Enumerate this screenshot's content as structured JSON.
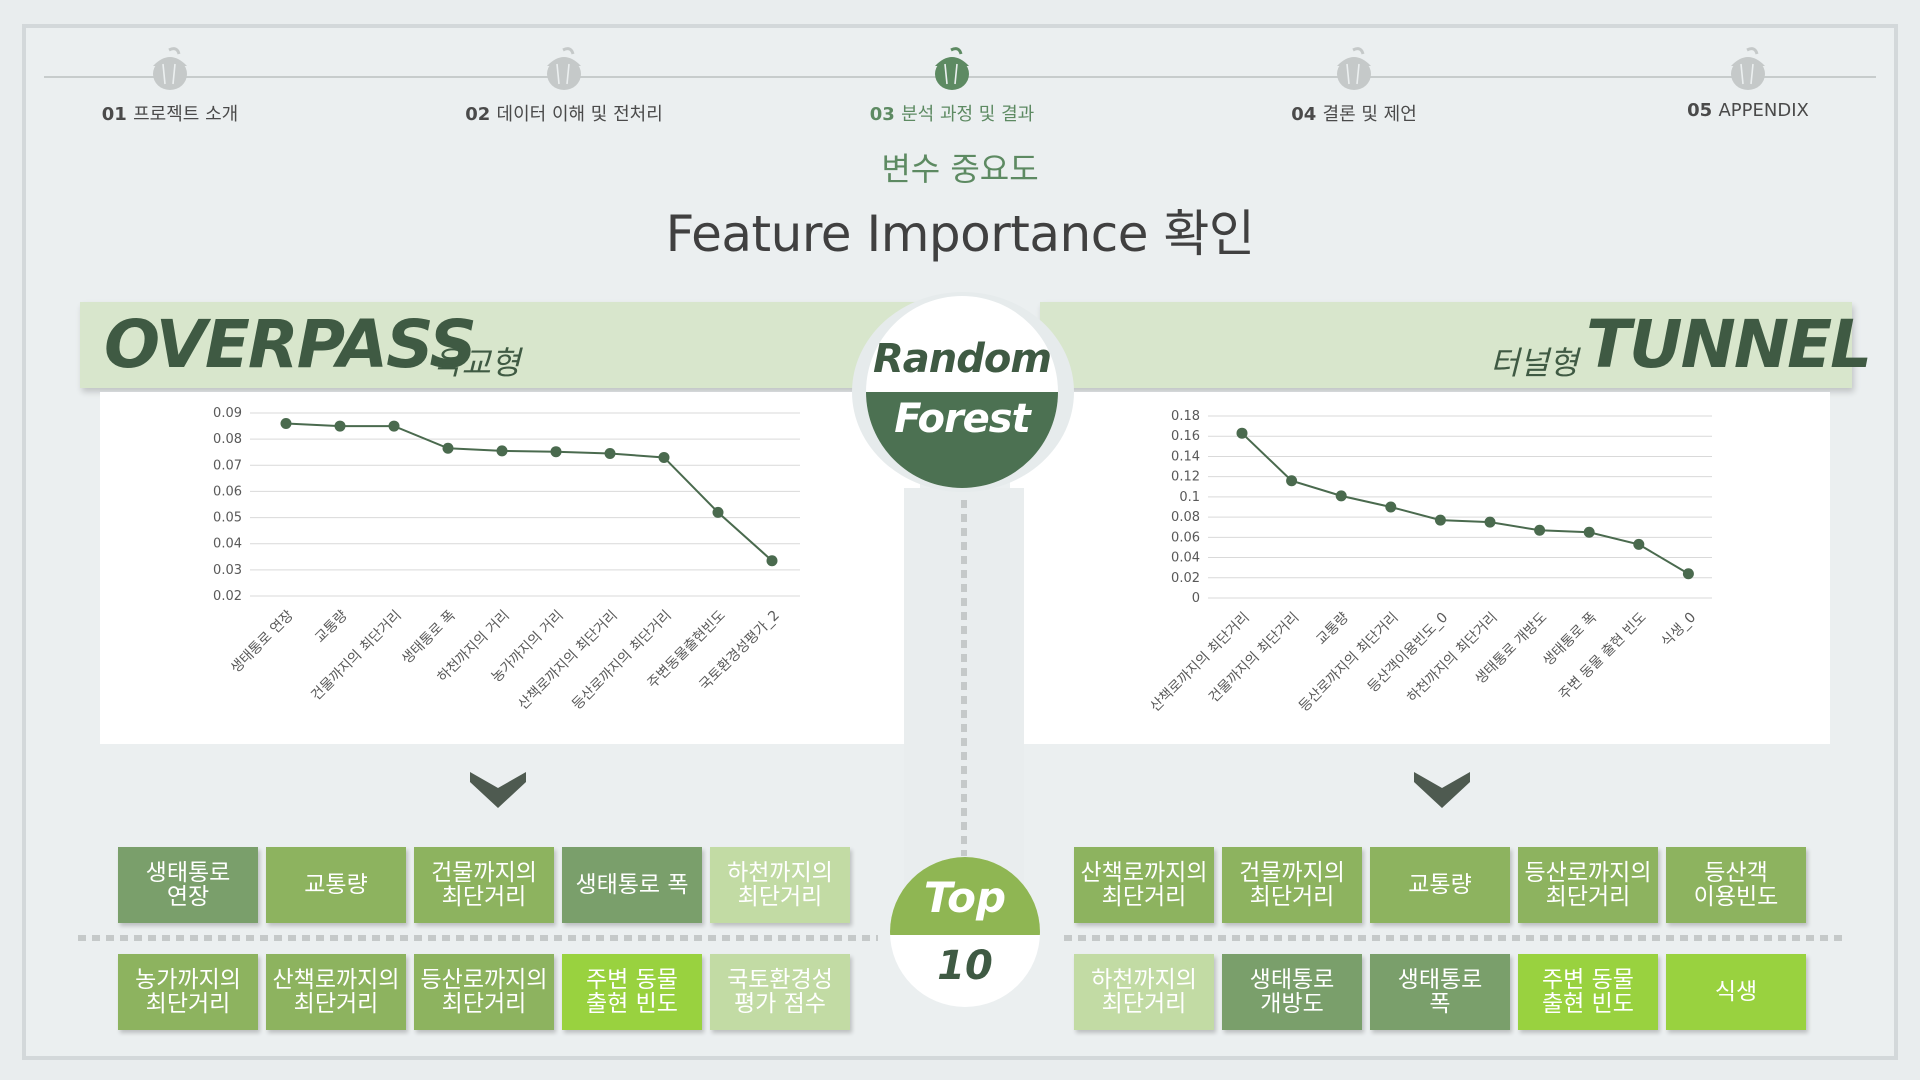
{
  "nav": {
    "steps": [
      {
        "num": "01",
        "label": "프로젝트 소개"
      },
      {
        "num": "02",
        "label": "데이터 이해 및 전처리"
      },
      {
        "num": "03",
        "label": "분석 과정 및 결과"
      },
      {
        "num": "04",
        "label": "결론 및 제언"
      },
      {
        "num": "05",
        "label": "APPENDIX"
      }
    ],
    "colors": {
      "inactive": "#c5c9c9",
      "active": "#5d8a62"
    }
  },
  "header": {
    "subtitle": "변수 중요도",
    "title": "Feature Importance 확인"
  },
  "left": {
    "title": "OVERPASS",
    "subtitle": "육교형"
  },
  "right": {
    "title": "TUNNEL",
    "subtitle": "터널형"
  },
  "model": {
    "line1": "Random",
    "line2": "Forest"
  },
  "top": {
    "word": "Top",
    "num": "10"
  },
  "chart_data": [
    {
      "type": "line",
      "title": "",
      "xlabel": "",
      "ylabel": "",
      "categories": [
        "생태통로 연장",
        "교통량",
        "건물까지의 최단거리",
        "생태통로 폭",
        "하천까지의 거리",
        "농가까지의 거리",
        "산책로까지의 최단거리",
        "등산로까지의 최단거리",
        "주변동물출현빈도",
        "국토환경성평가_2"
      ],
      "values": [
        0.086,
        0.085,
        0.085,
        0.0765,
        0.0755,
        0.0752,
        0.0745,
        0.073,
        0.052,
        0.0335
      ],
      "ylim": [
        0.02,
        0.09
      ],
      "yticks": [
        0.02,
        0.03,
        0.04,
        0.05,
        0.06,
        0.07,
        0.08,
        0.09
      ],
      "ytick_labels": [
        "0.02",
        "0.03",
        "0.04",
        "0.05",
        "0.06",
        "0.07",
        "0.08",
        "0.09"
      ],
      "grid": true,
      "color": "#4a6a4e"
    },
    {
      "type": "line",
      "title": "",
      "xlabel": "",
      "ylabel": "",
      "categories": [
        "산책로까지의 최단거리",
        "건물까지의 최단거리",
        "교통량",
        "등산로까지의 최단거리",
        "등산객이용빈도_0",
        "하천까지의 최단거리",
        "생태통로 개방도",
        "생태통로 폭",
        "주변 동물 출현 빈도",
        "식생_0"
      ],
      "values": [
        0.163,
        0.116,
        0.101,
        0.09,
        0.077,
        0.075,
        0.067,
        0.065,
        0.053,
        0.024
      ],
      "ylim": [
        0,
        0.18
      ],
      "yticks": [
        0,
        0.02,
        0.04,
        0.06,
        0.08,
        0.1,
        0.12,
        0.14,
        0.16,
        0.18
      ],
      "ytick_labels": [
        "0",
        "0.02",
        "0.04",
        "0.06",
        "0.08",
        "0.1",
        "0.12",
        "0.14",
        "0.16",
        "0.18"
      ],
      "grid": true,
      "color": "#4a6a4e"
    }
  ],
  "features_left": [
    {
      "text": "생태통로\n연장",
      "tone": "c1"
    },
    {
      "text": "교통량",
      "tone": "c2"
    },
    {
      "text": "건물까지의\n최단거리",
      "tone": "c2"
    },
    {
      "text": "생태통로 폭",
      "tone": "c1"
    },
    {
      "text": "하천까지의\n최단거리",
      "tone": "c3"
    },
    {
      "text": "농가까지의\n최단거리",
      "tone": "c2"
    },
    {
      "text": "산책로까지의\n최단거리",
      "tone": "c2"
    },
    {
      "text": "등산로까지의\n최단거리",
      "tone": "c2"
    },
    {
      "text": "주변 동물\n출현 빈도",
      "tone": "c4"
    },
    {
      "text": "국토환경성\n평가 점수",
      "tone": "c3"
    }
  ],
  "features_right": [
    {
      "text": "산책로까지의\n최단거리",
      "tone": "c2"
    },
    {
      "text": "건물까지의\n최단거리",
      "tone": "c2"
    },
    {
      "text": "교통량",
      "tone": "c2"
    },
    {
      "text": "등산로까지의\n최단거리",
      "tone": "c2"
    },
    {
      "text": "등산객\n이용빈도",
      "tone": "c2"
    },
    {
      "text": "하천까지의\n최단거리",
      "tone": "c3"
    },
    {
      "text": "생태통로\n개방도",
      "tone": "c1"
    },
    {
      "text": "생태통로\n폭",
      "tone": "c1"
    },
    {
      "text": "주변 동물\n출현 빈도",
      "tone": "c4"
    },
    {
      "text": "식생",
      "tone": "c4"
    }
  ]
}
